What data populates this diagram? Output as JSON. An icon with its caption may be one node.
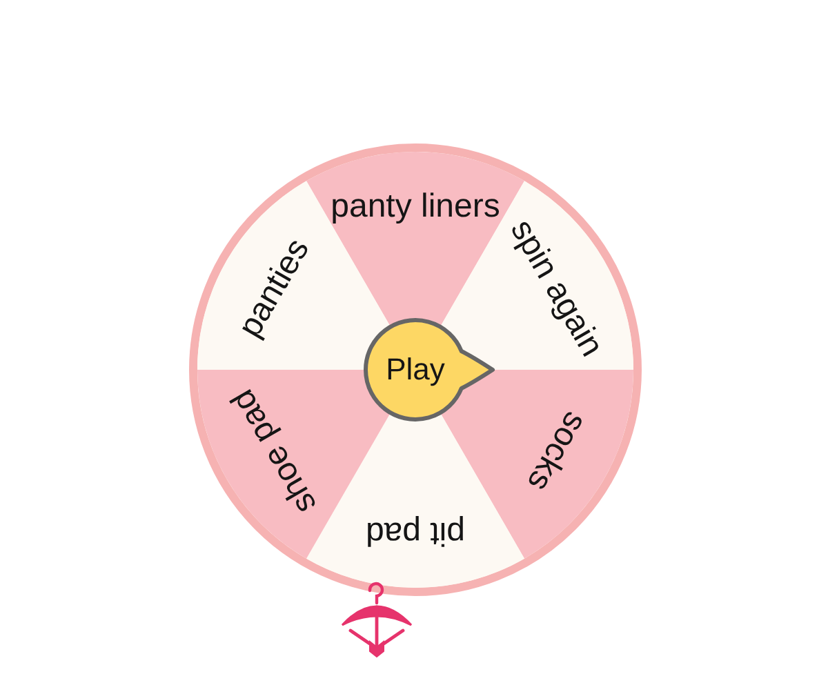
{
  "diagram": {
    "nodes": [
      {
        "text": [
          "panty liners"
        ]
      },
      {
        "text": [
          "spin again"
        ]
      },
      {
        "text": [
          "socks"
        ]
      },
      {
        "text": [
          "pit pad"
        ]
      },
      {
        "text": [
          "shoe pad"
        ]
      },
      {
        "text": [
          "panties"
        ]
      },
      {
        "text": [
          "Play"
        ]
      }
    ]
  }
}
